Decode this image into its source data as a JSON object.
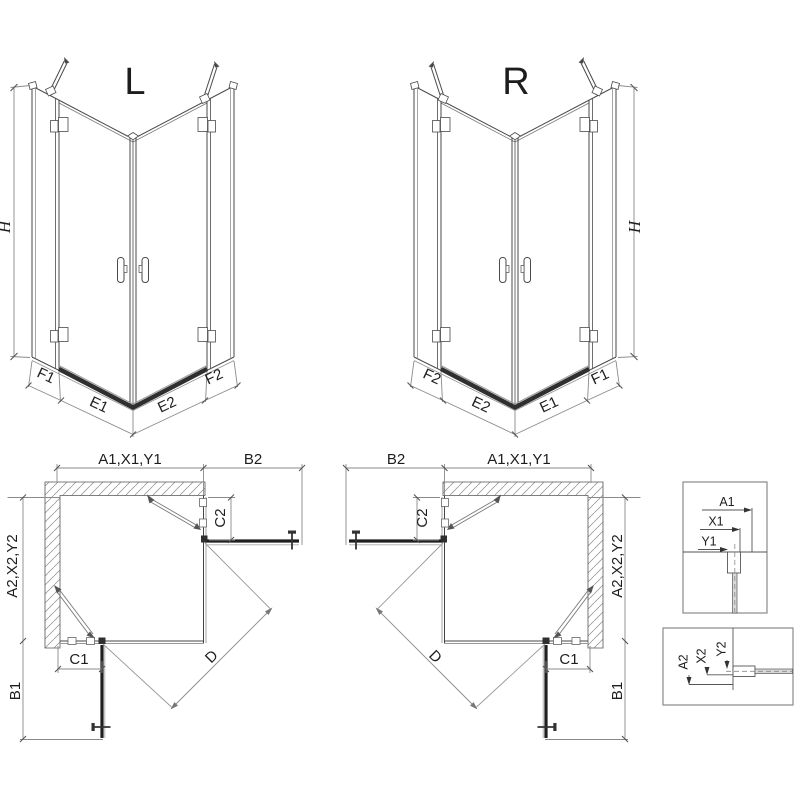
{
  "views": {
    "iso_left": {
      "variant": "L",
      "height_label": "H",
      "segments": {
        "f1": "F1",
        "e1": "E1",
        "e2": "E2",
        "f2": "F2"
      }
    },
    "iso_right": {
      "variant": "R",
      "height_label": "H",
      "segments": {
        "f1": "F1",
        "e1": "E1",
        "e2": "E2",
        "f2": "F2"
      }
    },
    "plan_left": {
      "overall_width": "A1,X1,Y1",
      "door_width_side": "B2",
      "fixed_segment_side": "C2",
      "overall_depth": "A2,X2,Y2",
      "fixed_segment_bottom": "C1",
      "door_width_bottom": "B1",
      "diagonal_entry": "D"
    },
    "plan_right": {
      "overall_width": "A1,X1,Y1",
      "door_width_side": "B2",
      "fixed_segment_side": "C2",
      "overall_depth": "A2,X2,Y2",
      "fixed_segment_bottom": "C1",
      "door_width_bottom": "B1",
      "diagonal_entry": "D"
    },
    "detail_top": {
      "dim_a": "A1",
      "dim_x": "X1",
      "dim_y": "Y1"
    },
    "detail_bottom": {
      "dim_a": "A2",
      "dim_x": "X2",
      "dim_y": "Y2"
    }
  },
  "colors": {
    "background": "#ffffff",
    "line": "#4a4a4a",
    "line_light": "#909090",
    "dimension": "#8a8a8a",
    "door_open": "#1f1f1f",
    "threshold": "#2f2f2f",
    "text": "#1d1d1d"
  }
}
